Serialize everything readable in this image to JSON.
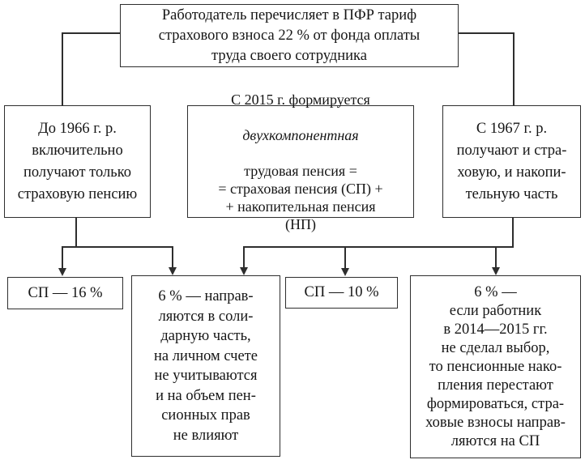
{
  "diagram": {
    "kind": "flowchart",
    "language": "ru",
    "colors": {
      "background": "#ffffff",
      "border": "#2e2e2e",
      "text": "#161616"
    },
    "boxes": {
      "employer": {
        "text": "Работодатель перечисляет в ПФР тариф\nстрахового взноса 22 % от фонда оплаты\nтруда своего сотрудника"
      },
      "before_1966": {
        "text": "До 1966 г. р.\nвключительно\nполучают только\nстраховую пенсию"
      },
      "since_2015": {
        "line1": "С 2015 г. формируется",
        "line2_italic": "двухкомпонентная",
        "rest": "трудовая пенсия =\n= страховая пенсия (СП) +\n+ накопительная пенсия\n(НП)"
      },
      "since_1967": {
        "text": "С 1967 г. р.\nполучают и стра-\nховую, и накопи-\nтельную часть"
      },
      "sp_16": {
        "text": "СП — 16 %"
      },
      "solidarity_6": {
        "text": "6 % — направ-\nляются в соли-\nдарную часть,\nна личном счете\nне учитываются\nи на объем пен-\nсионных прав\nне влияют"
      },
      "sp_10": {
        "text": "СП — 10 %"
      },
      "no_choice_6": {
        "text": "6 % —\nесли работник\nв 2014—2015 гг.\nне сделал выбор,\nто пенсионные нако-\nпления перестают\nформироваться, стра-\nховые взносы направ-\nляются на СП"
      }
    }
  }
}
